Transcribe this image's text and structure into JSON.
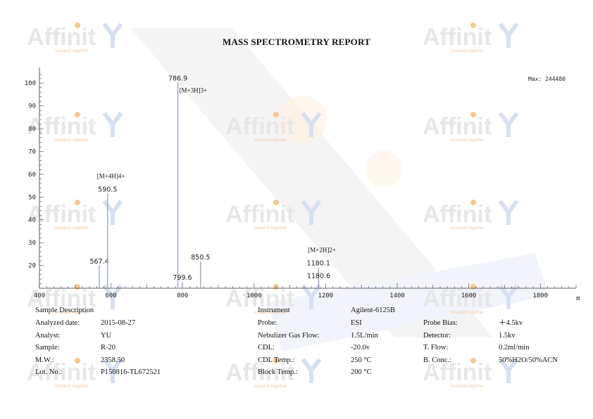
{
  "report": {
    "title": "MASS SPECTROMETRY REPORT",
    "watermark": "Affinit",
    "watermark_sub": "research together"
  },
  "chart_data": {
    "type": "bar",
    "xlim": [
      400,
      1900
    ],
    "ylim": [
      10,
      105
    ],
    "x_ticks": [
      400,
      600,
      800,
      1000,
      1200,
      1400,
      1600,
      1800
    ],
    "y_ticks": [
      20,
      30,
      40,
      50,
      60,
      70,
      80,
      90,
      100
    ],
    "x_end_label": "m",
    "max_label": "Max: 244480",
    "grid": false,
    "peaks": [
      {
        "x": 567.4,
        "y": 11.0,
        "label": "567.4"
      },
      {
        "x": 590.5,
        "y": 46.0,
        "label": "590.5",
        "annotation": "[M+4H]4+"
      },
      {
        "x": 786.9,
        "y": 100.0,
        "label": "786.9",
        "annotation": "[M+3H]3+"
      },
      {
        "x": 799.6,
        "y": 3.0,
        "label": "799.6"
      },
      {
        "x": 850.5,
        "y": 13.0,
        "label": "850.5"
      },
      {
        "x": 1180.1,
        "y": 10.0,
        "label": "1180.1",
        "annotation": "[M+2H]2+"
      },
      {
        "x": 1180.6,
        "y": 4.0,
        "label": "1180.6"
      }
    ]
  },
  "sample": {
    "header": "Sample Description",
    "rows": [
      {
        "label": "Analyzed date:",
        "value": "2015-08-27"
      },
      {
        "label": "Analyst:",
        "value": "YU"
      },
      {
        "label": "Sample:",
        "value": "R-20"
      },
      {
        "label": "M.W.:",
        "value": "2358.50"
      },
      {
        "label": "Lot. No.:",
        "value": "P150816-TL672521"
      }
    ]
  },
  "instrument": {
    "header": "Instrument",
    "name": "Agilent-6125B",
    "rows": [
      {
        "label": "Probe:",
        "value": "ESI"
      },
      {
        "label": "Nebulizer Gas Flow:",
        "value": "1.5L/min"
      },
      {
        "label": "CDL:",
        "value": "-20.0v"
      },
      {
        "label": "CDL Temp.:",
        "value": "250 °C"
      },
      {
        "label": "Block Temp.:",
        "value": "200 °C"
      }
    ]
  },
  "settings": {
    "rows": [
      {
        "label": "Probe Bias:",
        "value": "＋4.5kv"
      },
      {
        "label": "Detector:",
        "value": "1.5kv"
      },
      {
        "label": "T. Flow:",
        "value": "0.2ml/min"
      },
      {
        "label": "B. Conc.:",
        "value": "50%H2O/50%ACN"
      }
    ]
  }
}
